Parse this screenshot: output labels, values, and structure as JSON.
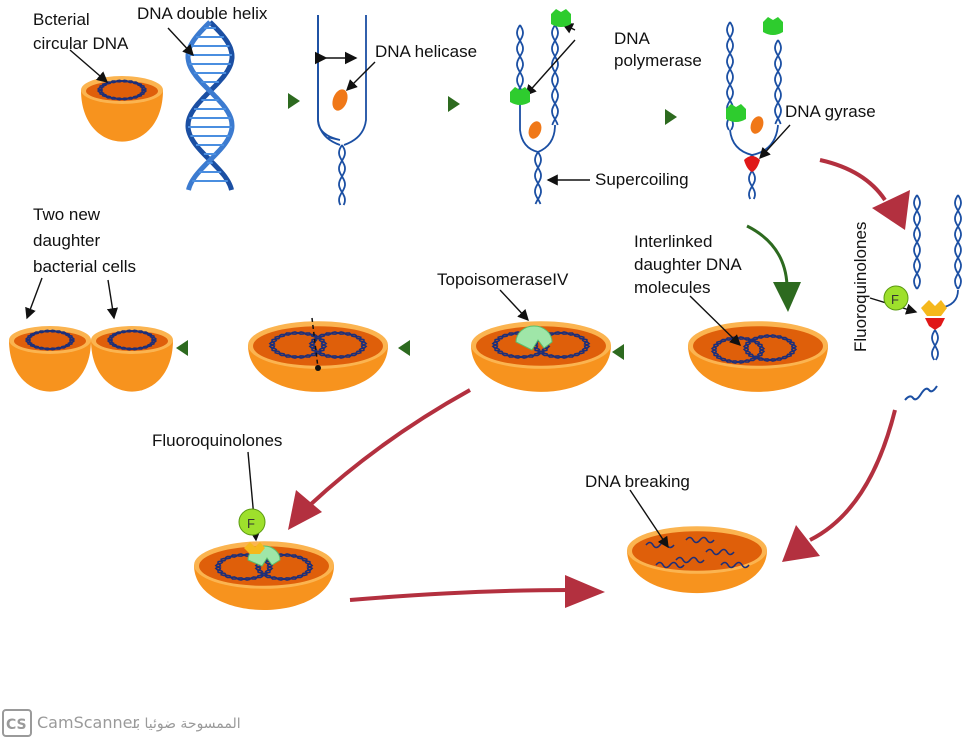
{
  "labels": {
    "bacterial_dna": [
      "Bcterial",
      "circular DNA"
    ],
    "double_helix": "DNA double helix",
    "helicase": "DNA helicase",
    "polymerase": [
      "DNA",
      "polymerase"
    ],
    "gyrase": "DNA gyrase",
    "supercoiling": "Supercoiling",
    "daughter_cells": [
      "Two new",
      "daughter",
      "bacterial cells"
    ],
    "topoisomerase": "TopoisomeraseIV",
    "interlinked": [
      "Interlinked",
      "daughter DNA",
      "molecules"
    ],
    "fluoro_vertical": "Fluoroquinolones",
    "fluoro_bottom": "Fluoroquinolones",
    "dna_breaking": "DNA breaking",
    "f_badge": "F"
  },
  "watermark": {
    "logo": "CS",
    "text": "CamScanner",
    "arabic": "الممسوحة ضوئيا بـ"
  },
  "colors": {
    "dna": "#1b4fa3",
    "bowl_outer": "#f7931e",
    "bowl_rim": "#fbb450",
    "bowl_inner": "#df5f0a",
    "green_arrow": "#2d6a1f",
    "red_arrow": "#b3303f",
    "polymerase": "#2ecc2e",
    "gyrase": "#e01818",
    "topo": "#9fe6a8"
  }
}
